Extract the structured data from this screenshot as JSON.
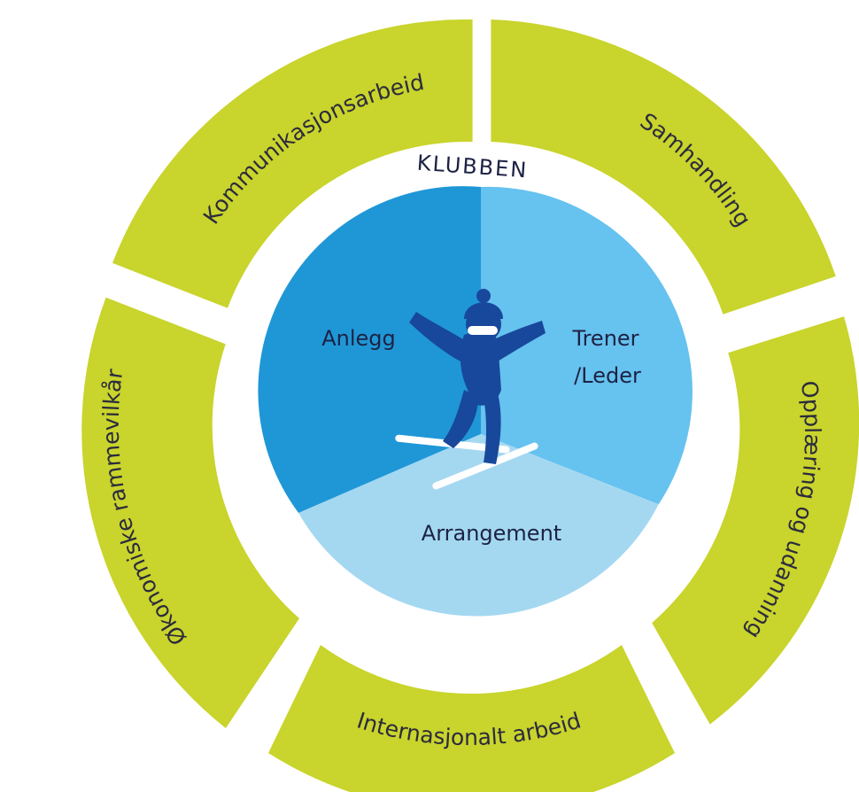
{
  "colors": {
    "ring": "#c9d42c",
    "sector_dark": "#1f97d6",
    "sector_mid": "#66c2ef",
    "sector_light": "#a4d8f1",
    "figure": "#18489b",
    "goggles": "#ffffff",
    "skis": "#ffffff",
    "text": "#2b2b3d"
  },
  "center": {
    "title": "KLUBBEN",
    "sectors": [
      {
        "id": "anlegg",
        "label": "Anlegg"
      },
      {
        "id": "trener",
        "label_lines": [
          "Trener",
          "/Leder"
        ]
      },
      {
        "id": "arrangement",
        "label": "Arrangement"
      }
    ],
    "figure_icon": "skier-icon"
  },
  "ring": {
    "segments": [
      {
        "id": "kommunikasjon",
        "label": "Kommunikasjonsarbeid"
      },
      {
        "id": "samhandling",
        "label": "Samhandling"
      },
      {
        "id": "opplaering",
        "label": "Opplæring og udanning"
      },
      {
        "id": "internasjonalt",
        "label": "Internasjonalt arbeid"
      },
      {
        "id": "okonomiske",
        "label": "Økonomiske rammevilkår"
      }
    ]
  }
}
